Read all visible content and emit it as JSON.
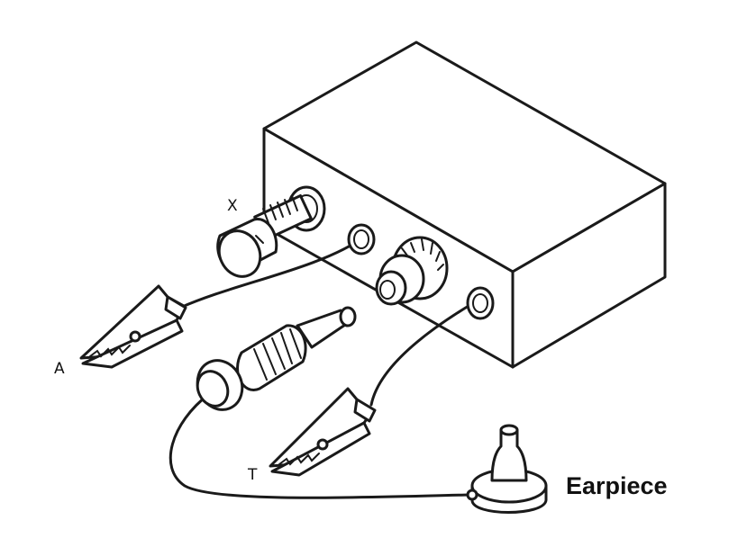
{
  "labels": {
    "x": "X",
    "a": "A",
    "t": "T",
    "earpiece": "Earpiece"
  },
  "colors": {
    "ink": "#1a1a1a",
    "background": "#ffffff"
  }
}
